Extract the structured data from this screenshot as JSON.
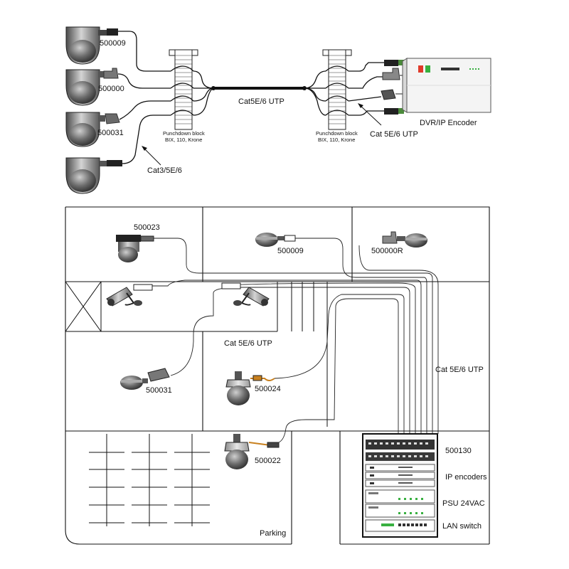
{
  "top_diagram": {
    "camera_codes": [
      "500009",
      "500000",
      "500031"
    ],
    "punchdown_left": {
      "line1": "Punchdown block",
      "line2": "BIX, 110, Krone"
    },
    "punchdown_right": {
      "line1": "Punchdown block",
      "line2": "BIX, 110, Krone"
    },
    "trunk_cable": "Cat5E/6 UTP",
    "input_cable": "Cat3/5E/6",
    "output_cable": "Cat 5E/6 UTP",
    "encoder": "DVR/IP Encoder"
  },
  "floor_plan": {
    "camera_codes": {
      "a": "500023",
      "b": "500009",
      "c": "500000R",
      "d": "500031",
      "e": "500024",
      "f": "500022"
    },
    "cable_labels": {
      "corridor": "Cat 5E/6 UTP",
      "riser": "Cat 5E/6 UTP"
    },
    "parking": "Parking",
    "rack_labels": {
      "top": "500130",
      "encoders": "IP encoders",
      "psu": "PSU 24VAC",
      "switch": "LAN switch"
    }
  },
  "colors": {
    "line": "#111111",
    "camera_body": "#8a8a8a",
    "led_red": "#e03a2a",
    "led_green": "#38b040",
    "cable_accent": "#c8801e"
  }
}
